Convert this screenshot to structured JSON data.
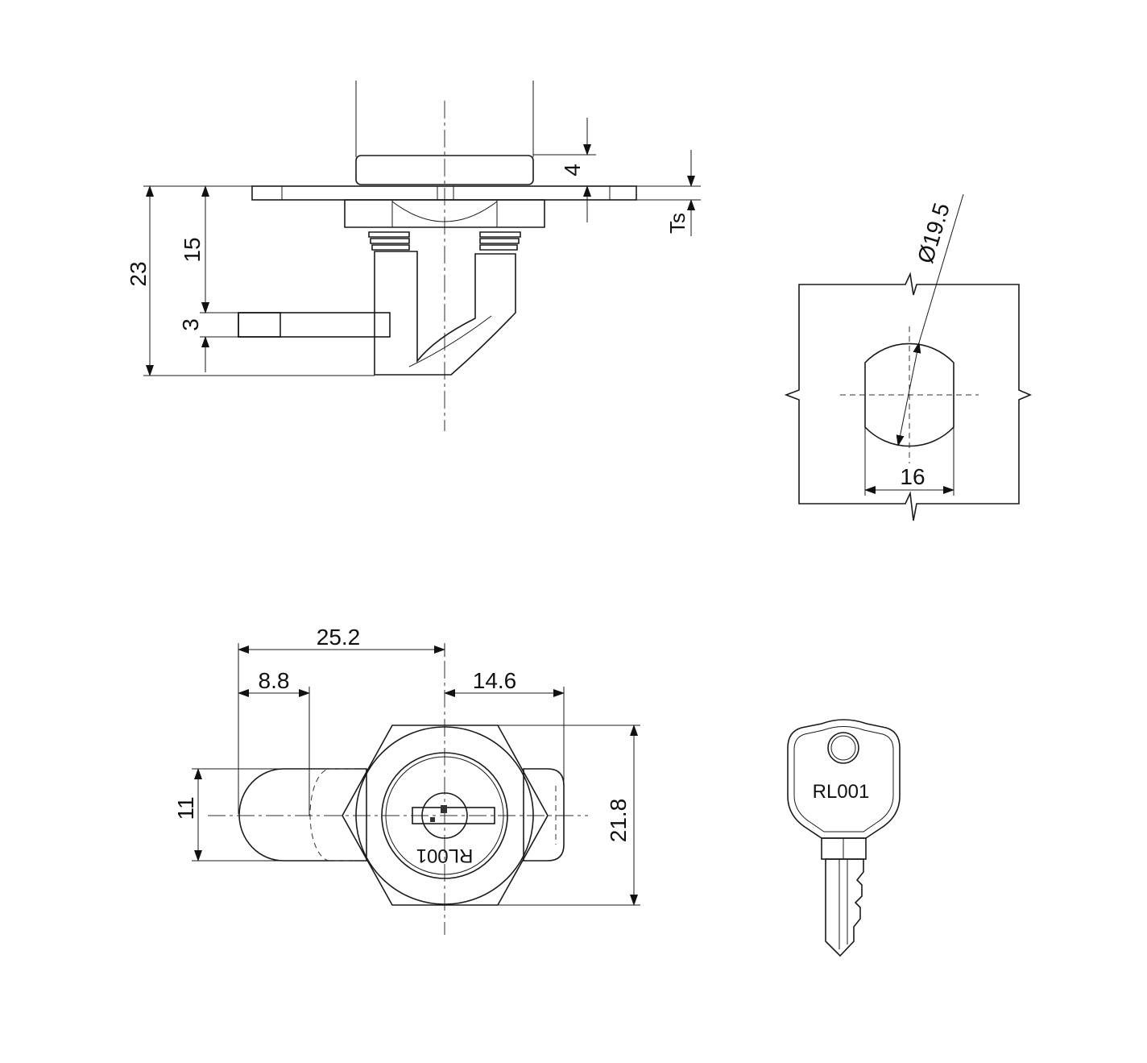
{
  "side_view": {
    "dim_top_height": "4",
    "dim_panel_thickness": "Ts",
    "dim_overall_height": "23",
    "dim_thread_length": "15",
    "dim_cam_thickness": "3"
  },
  "cutout": {
    "dim_diameter": "Ø19.5",
    "dim_width": "16"
  },
  "front_view": {
    "dim_cam_length": "25.2",
    "dim_cam_offset": "8.8",
    "dim_right_extent": "14.6",
    "dim_cam_width": "11",
    "dim_hex_height": "21.8",
    "key_code": "RL001"
  },
  "key": {
    "code": "RL001"
  },
  "colors": {
    "line": "#1a1a1a",
    "metal_light": "#f4f4f4",
    "metal_dark": "#8a8a8a"
  }
}
